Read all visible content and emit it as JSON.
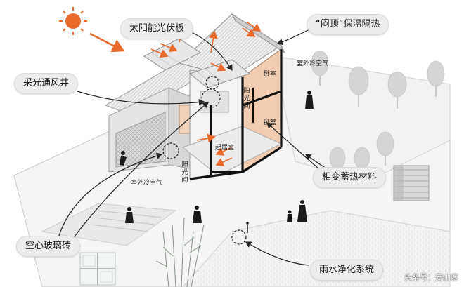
{
  "callouts": {
    "solar_pv": "太阳能光伏板",
    "roof_insulation": "“闷顶”保温隔热",
    "light_ventilation_well": "采光通风井",
    "phase_change_material": "相变蓄热材料",
    "hollow_glass_brick": "空心玻璃砖",
    "rainwater_system": "雨水净化系统"
  },
  "rooms": {
    "bedroom": "卧室",
    "living_room": "起居室",
    "sunroom": "阳光间"
  },
  "flows": {
    "outdoor_cold_air": "室外冷空气"
  },
  "watermark": "头条号：安山客",
  "colors": {
    "sun": "#e8692a",
    "arrow_orange": "#e8692a",
    "wall_section": "#111111",
    "interior_wall": "#f1ccb0",
    "tree": "#d5d5d5"
  }
}
